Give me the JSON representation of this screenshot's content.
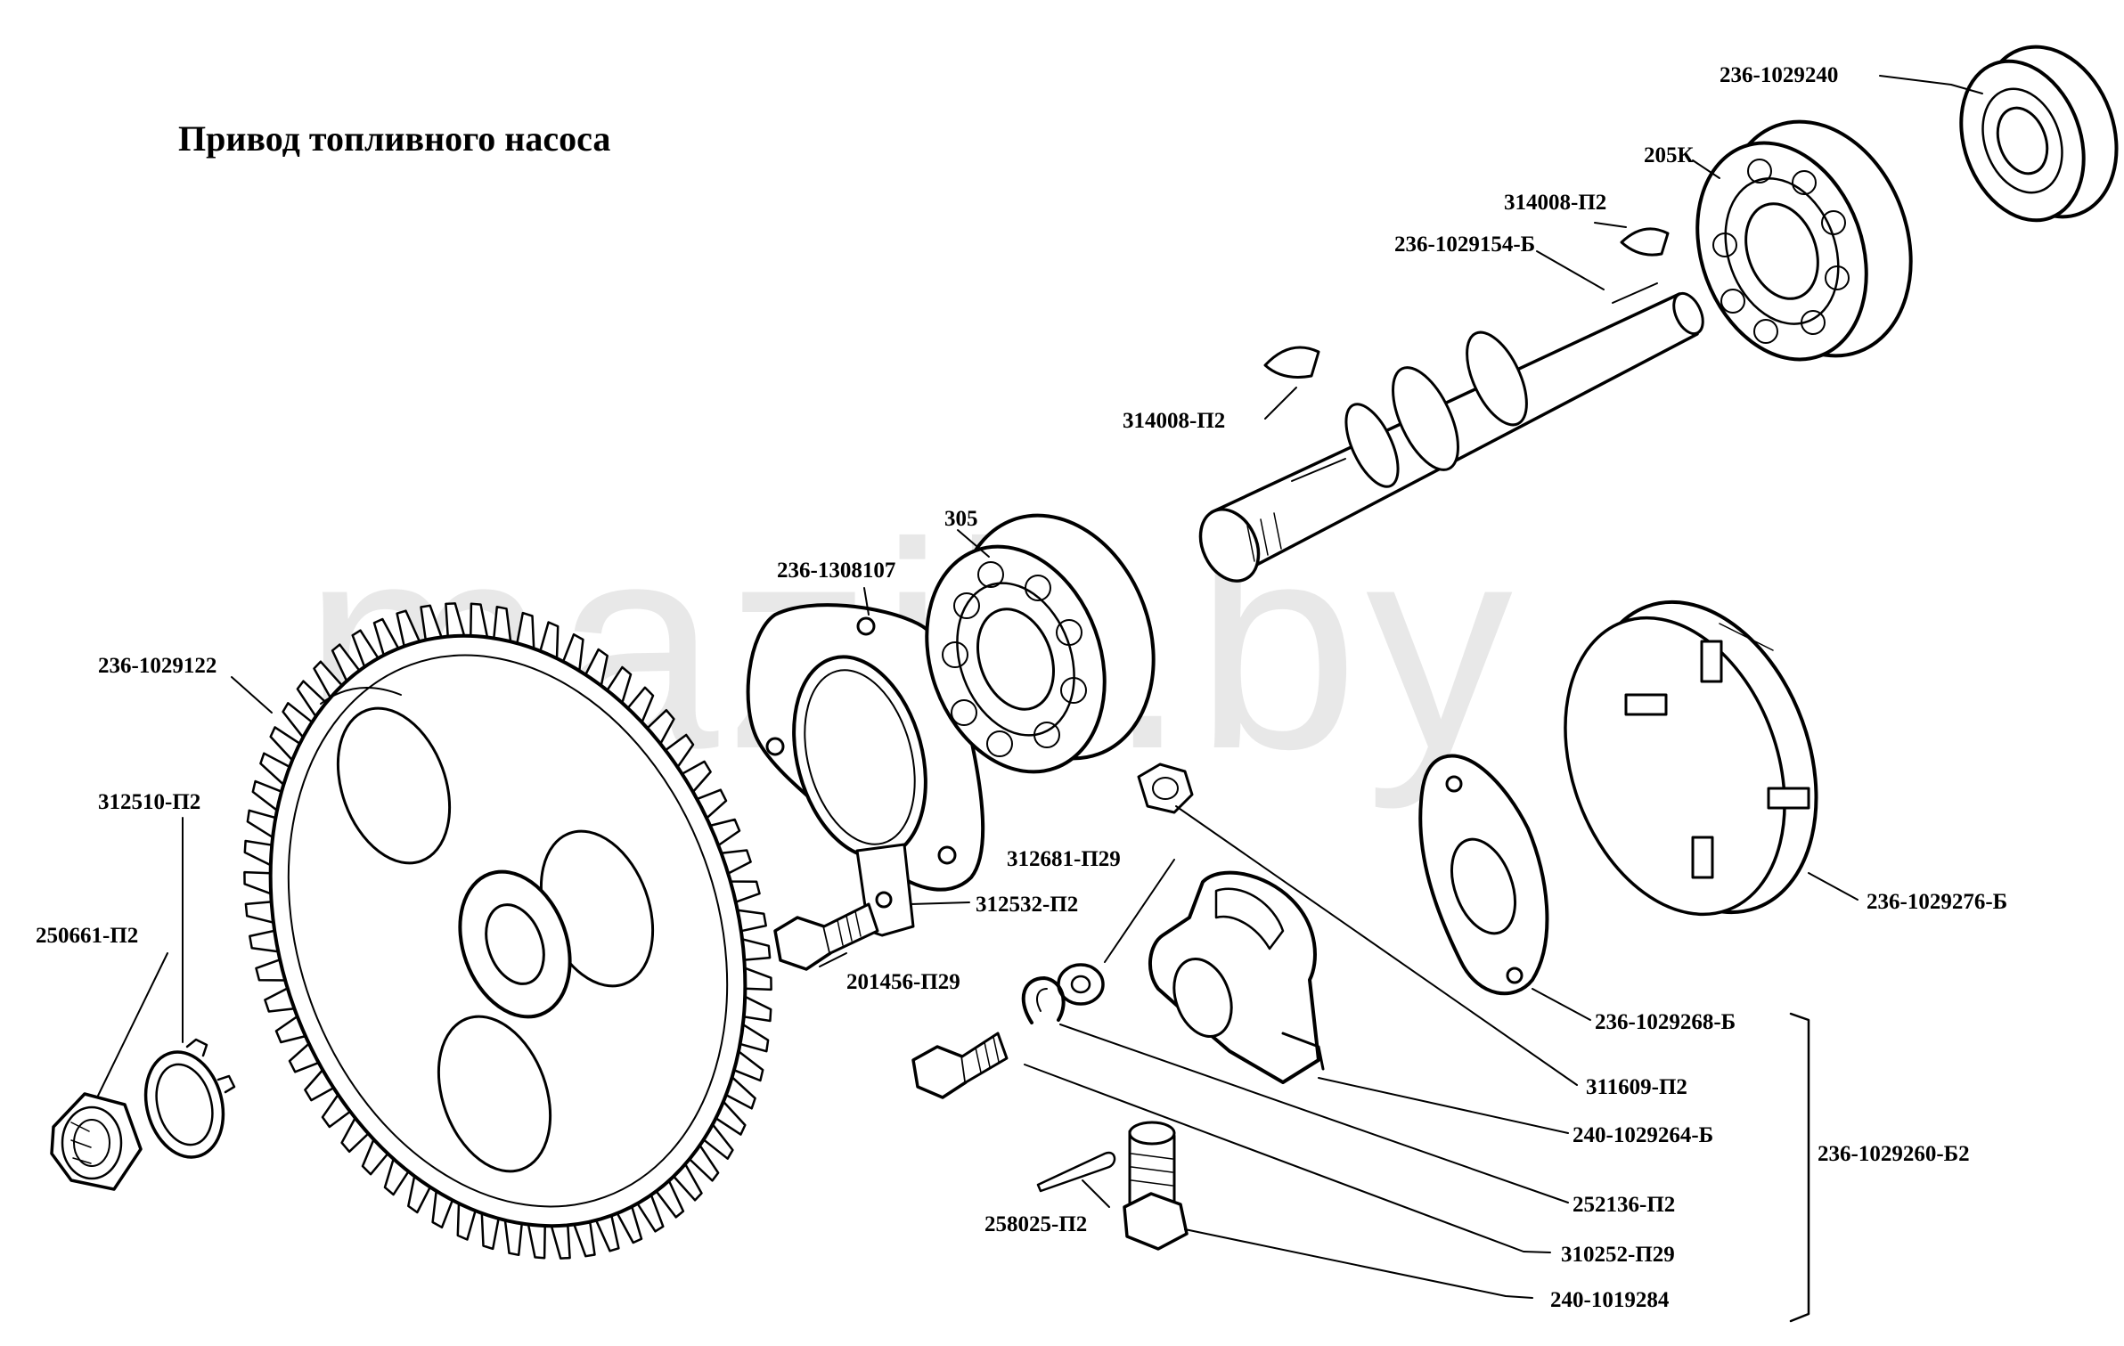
{
  "title": "Привод топливного насоса",
  "watermark": "mazik.by",
  "labels": {
    "p236_1029240": "236-1029240",
    "p205k": "205К",
    "p314008_top": "314008-П2",
    "p236_1029154": "236-1029154-Б",
    "p314008_mid": "314008-П2",
    "p305": "305",
    "p236_1308107": "236-1308107",
    "p236_1029122": "236-1029122",
    "p312510": "312510-П2",
    "p250661": "250661-П2",
    "p312681": "312681-П29",
    "p312532": "312532-П2",
    "p201456": "201456-П29",
    "p236_1029276": "236-1029276-Б",
    "p236_1029268": "236-1029268-Б",
    "p311609": "311609-П2",
    "p240_1029264": "240-1029264-Б",
    "p236_1029260": "236-1029260-Б2",
    "p252136": "252136-П2",
    "p258025": "258025-П2",
    "p310252": "310252-П29",
    "p240_1019284": "240-1019284"
  },
  "colors": {
    "ink": "#000000",
    "background": "#ffffff",
    "watermark": "#e8e8e8"
  }
}
